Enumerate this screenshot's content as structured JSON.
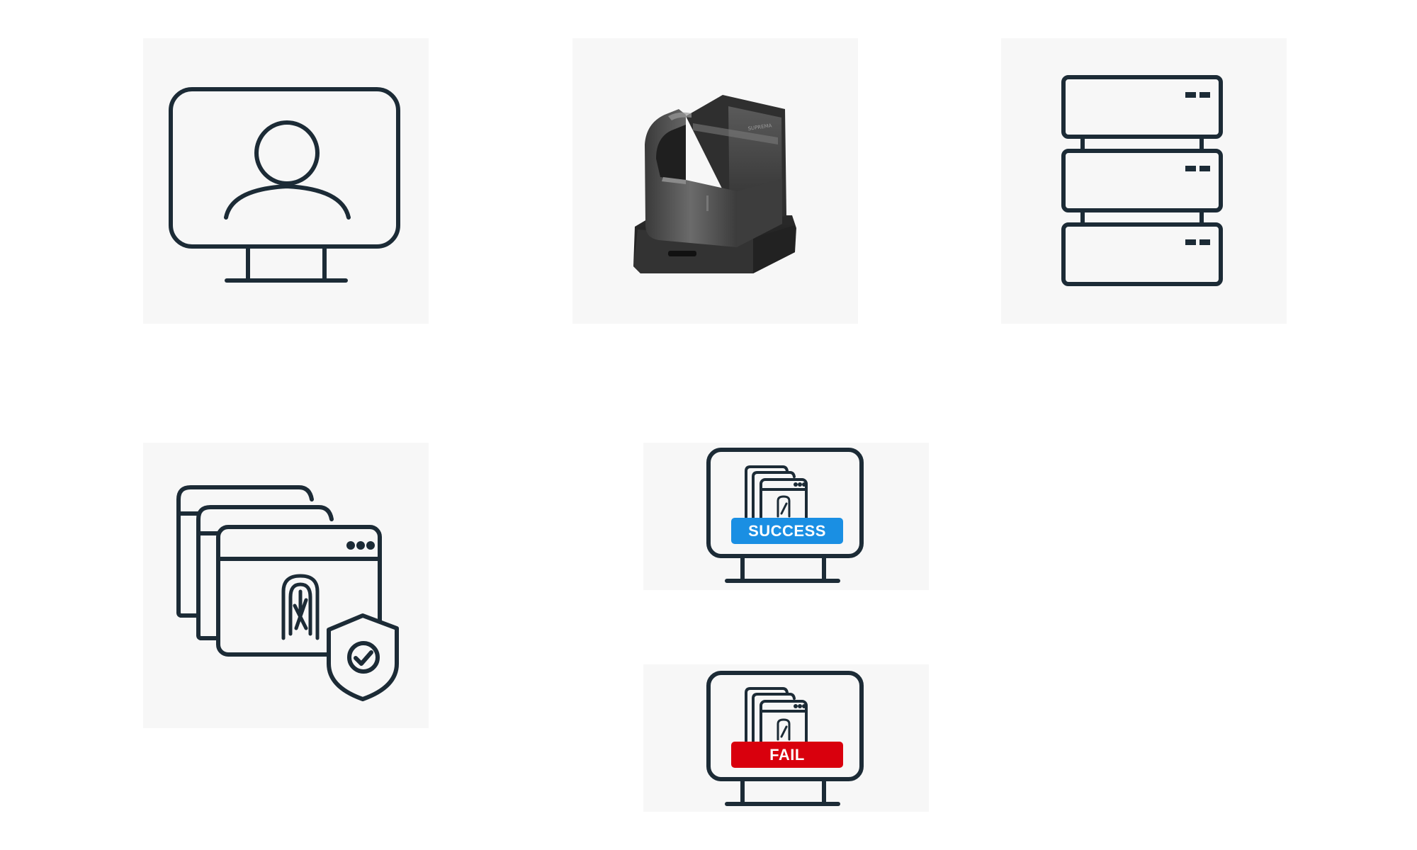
{
  "nodes": {
    "user_workstation": {
      "icon": "user-monitor-icon"
    },
    "reader_device": {
      "icon": "fingerprint-reader-device-image"
    },
    "server": {
      "icon": "server-rack-icon"
    },
    "secure_windows": {
      "icon": "secure-browser-windows-icon"
    },
    "success": {
      "icon": "monitor-success-icon",
      "label": "SUCCESS",
      "color": "#1a8fe3"
    },
    "fail": {
      "icon": "monitor-fail-icon",
      "label": "FAIL",
      "color": "#d9000d"
    }
  },
  "colors": {
    "tile_background": "#f7f7f7",
    "icon_stroke": "#1c2b36",
    "device_body": "#4a4a4a"
  }
}
